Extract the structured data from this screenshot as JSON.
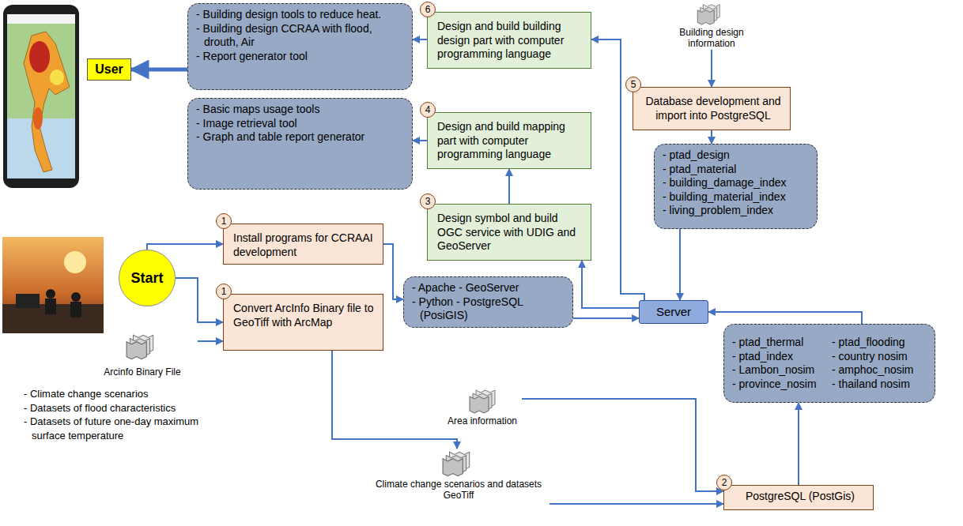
{
  "diagram": {
    "nodes": [
      {
        "text": [
          "User"
        ]
      },
      {
        "text": [
          "- Building design tools to reduce heat.",
          "- Building design CCRAA with flood, drouth, Air",
          "- Report generator tool"
        ]
      },
      {
        "text": [
          "Design and build building design part with computer programming language"
        ]
      },
      {
        "text": [
          "6"
        ],
        "in": 2
      },
      {
        "text": [
          "Building design information"
        ]
      },
      {
        "text": [
          "- Basic maps usage tools",
          "- Image retrieval tool",
          "- Graph and table report generator"
        ]
      },
      {
        "text": [
          "Design and build mapping part with computer programming language"
        ]
      },
      {
        "text": [
          "4"
        ],
        "in": 6
      },
      {
        "text": [
          "Database development and import into PostgreSQL"
        ]
      },
      {
        "text": [
          "5"
        ],
        "in": 8
      },
      {
        "text": [
          "- ptad_design",
          "- ptad_material",
          "- building_damage_index",
          "- building_material_index",
          "- living_problem_index"
        ]
      },
      {
        "text": [
          "Design symbol and build OGC service with UDIG and GeoServer"
        ]
      },
      {
        "text": [
          "3"
        ],
        "in": 11
      },
      {
        "text": [
          "Install programs for CCRAAI development"
        ]
      },
      {
        "text": [
          "1"
        ],
        "in": 13
      },
      {
        "text": [
          "Start"
        ]
      },
      {
        "text": [
          "- Apache - GeoServer",
          "- Python - PostgreSQL (PosiGIS)"
        ]
      },
      {
        "text": [
          "Server"
        ]
      },
      {
        "text": [
          "Convert ArcInfo Binary file to GeoTiff with ArcMap"
        ]
      },
      {
        "text": [
          "1"
        ],
        "in": 18
      },
      {
        "text": [
          "- ptad_thermal",
          "- ptad_flooding",
          "- ptad_index",
          "- country nosim",
          "- Lambon_nosim",
          "- amphoc_nosim",
          "- province_nosim",
          "- thailand nosim"
        ]
      },
      {
        "text": [
          "Arcinfo Binary File"
        ]
      },
      {
        "text": [
          "Area information"
        ]
      },
      {
        "text": [
          "Climate change scenarios and datasets GeoTiff"
        ]
      },
      {
        "text": [
          "PostgreSQL (PostGis)"
        ]
      },
      {
        "text": [
          "2"
        ],
        "in": 24
      }
    ],
    "edges": [
      {
        "from": 1,
        "to": 0,
        "arrow": "to"
      },
      {
        "from": 17,
        "to": 2,
        "arrow": "to"
      },
      {
        "from": 2,
        "to": 1,
        "arrow": "to"
      },
      {
        "from": 17,
        "to": 11,
        "arrow": "to"
      },
      {
        "from": 11,
        "to": 6,
        "arrow": "to"
      },
      {
        "from": 6,
        "to": 5,
        "arrow": "to"
      },
      {
        "from": 4,
        "to": 8,
        "arrow": "to"
      },
      {
        "from": 8,
        "to": 10,
        "arrow": "to"
      },
      {
        "from": 10,
        "to": 17,
        "arrow": "to"
      },
      {
        "from": 15,
        "to": 13,
        "arrow": "to"
      },
      {
        "from": 15,
        "to": 18,
        "arrow": "to"
      },
      {
        "from": 13,
        "to": 16,
        "arrow": "to"
      },
      {
        "from": 16,
        "to": 17,
        "arrow": "to"
      },
      {
        "from": 21,
        "to": 18,
        "arrow": "to"
      },
      {
        "from": 18,
        "to": 23,
        "arrow": "to"
      },
      {
        "from": 23,
        "to": 24,
        "arrow": "to"
      },
      {
        "from": 22,
        "to": 24,
        "arrow": "to"
      },
      {
        "from": 24,
        "to": 20,
        "arrow": "to"
      },
      {
        "from": 20,
        "to": 17,
        "arrow": "to"
      }
    ],
    "labels": [
      "- Climate change scenarios",
      "- Datasets of flood characteristics",
      "- Datasets of future one-day maximum surface temperature"
    ]
  }
}
